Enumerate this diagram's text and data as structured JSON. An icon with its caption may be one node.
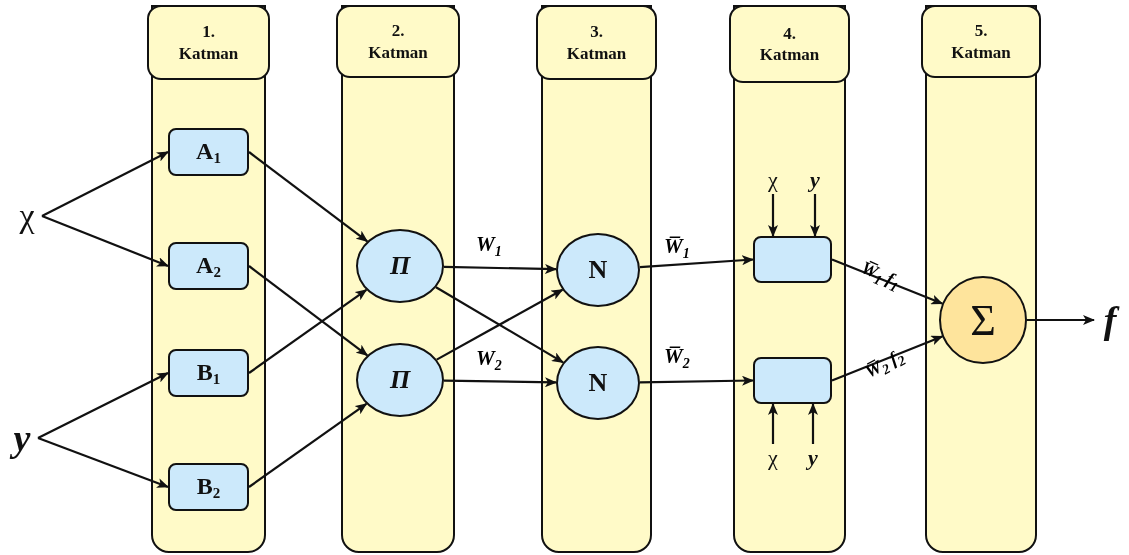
{
  "diagram": {
    "nodes": [
      {
        "text": [
          "χ"
        ]
      },
      {
        "text": [
          "y"
        ]
      },
      {
        "text": [
          "1. Katman"
        ]
      },
      {
        "text": [
          "A$_{1}$"
        ],
        "in": 2
      },
      {
        "text": [
          "A$_{2}$"
        ],
        "in": 2
      },
      {
        "text": [
          "B$_{1}$"
        ],
        "in": 2
      },
      {
        "text": [
          "B$_{2}$"
        ],
        "in": 2
      },
      {
        "text": [
          "2. Katman"
        ]
      },
      {
        "text": [
          "Π"
        ],
        "in": 7
      },
      {
        "text": [
          "Π"
        ],
        "in": 7
      },
      {
        "text": [
          "3. Katman"
        ]
      },
      {
        "text": [
          "N"
        ],
        "in": 10
      },
      {
        "text": [
          "N"
        ],
        "in": 10
      },
      {
        "text": [
          "4. Katman"
        ]
      },
      {
        "text": [
          "χ"
        ],
        "in": 13
      },
      {
        "text": [
          "y"
        ],
        "in": 13
      },
      {
        "text": [],
        "shape": "box",
        "in": 13
      },
      {
        "text": [],
        "shape": "box",
        "in": 13
      },
      {
        "text": [
          "χ"
        ],
        "in": 13
      },
      {
        "text": [
          "y"
        ],
        "in": 13
      },
      {
        "text": [
          "5. Katman"
        ]
      },
      {
        "text": [
          "Σ"
        ],
        "in": 20
      },
      {
        "text": [
          "f"
        ]
      }
    ],
    "edges": [
      {
        "from": 0,
        "to": 3,
        "arrow": "to"
      },
      {
        "from": 0,
        "to": 4,
        "arrow": "to"
      },
      {
        "from": 1,
        "to": 5,
        "arrow": "to"
      },
      {
        "from": 1,
        "to": 6,
        "arrow": "to"
      },
      {
        "from": 3,
        "to": 8,
        "arrow": "to"
      },
      {
        "from": 4,
        "to": 9,
        "arrow": "to"
      },
      {
        "from": 5,
        "to": 8,
        "arrow": "to"
      },
      {
        "from": 6,
        "to": 9,
        "arrow": "to"
      },
      {
        "from": 8,
        "to": 11,
        "arrow": "to",
        "label": "W$_{1}$"
      },
      {
        "from": 8,
        "to": 12,
        "arrow": "to"
      },
      {
        "from": 9,
        "to": 11,
        "arrow": "to"
      },
      {
        "from": 9,
        "to": 12,
        "arrow": "to",
        "label": "W$_{2}$"
      },
      {
        "from": 11,
        "to": 16,
        "arrow": "to",
        "label": "W̅$_{1}$"
      },
      {
        "from": 12,
        "to": 17,
        "arrow": "to",
        "label": "W̅$_{2}$"
      },
      {
        "from": 14,
        "to": 16,
        "arrow": "to"
      },
      {
        "from": 15,
        "to": 16,
        "arrow": "to"
      },
      {
        "from": 18,
        "to": 17,
        "arrow": "to"
      },
      {
        "from": 19,
        "to": 17,
        "arrow": "to"
      },
      {
        "from": 16,
        "to": 21,
        "arrow": "to",
        "label": "W̅$_{1}$ f$_{1}$"
      },
      {
        "from": 17,
        "to": 21,
        "arrow": "to",
        "label": "W̅$_{2}$ f$_{2}$"
      },
      {
        "from": 21,
        "to": 22,
        "arrow": "to"
      }
    ]
  }
}
